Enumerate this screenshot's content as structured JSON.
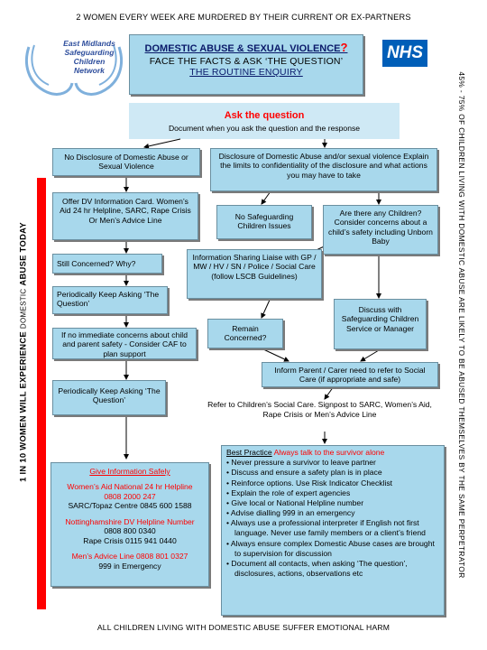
{
  "captions": {
    "top": "2 WOMEN EVERY WEEK ARE MURDERED BY THEIR CURRENT OR EX-PARTNERS",
    "bottom": "ALL CHILDREN LIVING WITH DOMESTIC ABUSE SUFFER EMOTIONAL HARM",
    "left_main": "1 IN 10 WOMEN WILL EXPERIENCE",
    "left_small": "DOMESTIC",
    "left_end": "ABUSE TODAY",
    "right": "45% - 75% OF CHILDREN LIVING WITH DOMESTIC ABUSE ARE LIKELY TO BE ABUSED THEMSELVES BY THE SAME PERPETRATOR"
  },
  "logo": {
    "line1": "East Midlands",
    "line2": "Safeguarding",
    "line3": "Children",
    "line4": "Network",
    "nhs": "NHS"
  },
  "header": {
    "title": "DOMESTIC ABUSE & SEXUAL VIOLENCE",
    "title_mark": "?",
    "line2": "FACE THE FACTS & ASK ‘THE QUESTION’",
    "line3": "THE ROUTINE ENQUIRY"
  },
  "ask": {
    "title": "Ask the question",
    "subtitle": "Document when you ask the question and the response"
  },
  "nodes": {
    "no_disclosure": "No Disclosure of Domestic Abuse or Sexual Violence",
    "disclosure": "Disclosure of Domestic Abuse and/or sexual violence Explain the limits to confidentiality of the disclosure and what actions you may have to take",
    "offer_dv": "Offer DV Information Card. Women’s Aid 24 hr Helpline, SARC, Rape Crisis Or Men’s Advice Line",
    "no_safeguarding": "No Safeguarding Children Issues",
    "any_children": "Are there any Children? Consider concerns about a child’s safety including Unborn Baby",
    "still_concerned": "Still Concerned?  Why?",
    "info_sharing": "Information Sharing Liaise with GP / MW / HV / SN / Police / Social Care (follow LSCB Guidelines)",
    "keep_asking_1": "Periodically Keep Asking ‘The Question’",
    "remain_concerned": "Remain Concerned?",
    "discuss_safeguarding": "Discuss with Safeguarding Children Service or Manager",
    "no_concerns": "If no immediate concerns about child and parent safety - Consider CAF to plan support",
    "inform_parent": "Inform Parent / Carer need to refer to Social Care (if appropriate and safe)",
    "keep_asking_2": "Periodically Keep Asking ‘The Question’",
    "refer_social": "Refer to Children’s Social Care. Signpost to SARC, Women’s Aid, Rape Crisis or Men’s Advice Line"
  },
  "safely": {
    "heading": "Give Information Safely",
    "wa": "Women’s Aid National 24 hr Helpline",
    "wa_num": "0808 2000 247",
    "sarc": "SARC/Topaz Centre 0845 600 1588",
    "notts": "Nottinghamshire DV Helpline Number",
    "notts_num": "0808 800 0340",
    "rape": "Rape Crisis 0115 941 0440",
    "mens": "Men’s Advice Line 0808 801 0327",
    "emergency": "999 in Emergency"
  },
  "best": {
    "label": "Best Practice",
    "intro": "Always talk to the survivor alone",
    "items": [
      "Never pressure a survivor to leave partner",
      "Discuss and ensure a safety plan is in place",
      "Reinforce options. Use Risk Indicator Checklist",
      "Explain the role of expert agencies",
      "Give local or National Helpline number",
      "Advise dialling 999 in an emergency",
      "Always use a professional interpreter if English not first language. Never use family members or a client’s friend",
      "Always ensure complex Domestic Abuse cases are brought to supervision for discussion",
      "Document all contacts, when asking ‘The question’, disclosures, actions, observations etc"
    ]
  },
  "colors": {
    "box": "#a8d8ec",
    "accent": "#ff0000",
    "navy": "#0a1a6a"
  }
}
